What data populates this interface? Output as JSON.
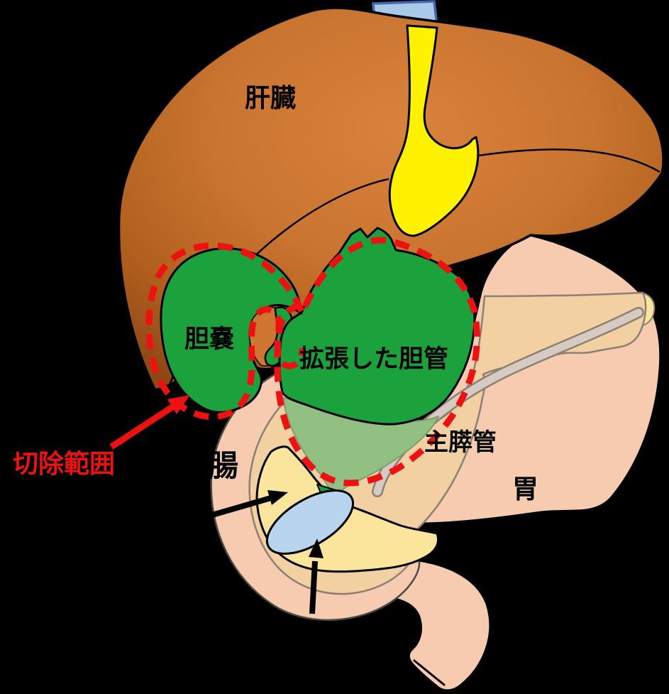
{
  "figure": {
    "type": "medical-anatomy-illustration",
    "subject": "biliary dilatation resection diagram",
    "labels": {
      "liver": "肝臓",
      "gallbladder": "胆嚢",
      "dilated_bile_duct": "拡張した胆管",
      "resection_range": "切除範囲",
      "main_pancreatic_duct": "主膵管",
      "stomach": "胃",
      "duodenum_partial": "腸"
    },
    "colors": {
      "background": "#000000",
      "liver_center": "#d9823e",
      "liver_edge": "#8f4716",
      "bile_green": "#1ca23c",
      "bile_green_translucent": "#92c083",
      "falciform_ligament_yellow": "#fff100",
      "vena_cava_blue": "#a9c9e9",
      "stomach_duodenum_pink": "#f6cbb0",
      "pancreas_tan": "#f3d0a2",
      "pancreas_head_yellow": "#fbe59d",
      "papilla_blue": "#b8d4ee",
      "pancreatic_duct_gray": "#d6cac2",
      "resection_red": "#ee1111",
      "outline_black": "#000000"
    },
    "annotations": {
      "resection_outline_style": "red dashed loop around gallbladder and dilated bile duct",
      "red_arrow": "from 切除範囲 label toward resection outline",
      "black_arrow_count": 2
    }
  }
}
